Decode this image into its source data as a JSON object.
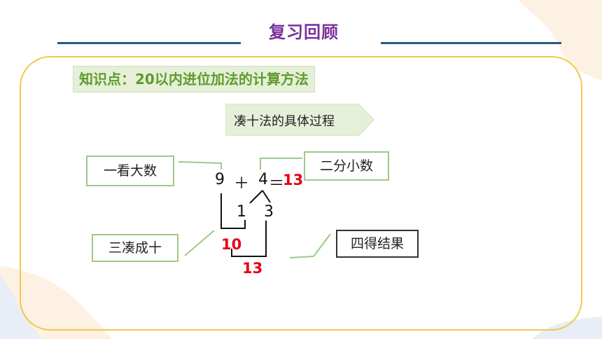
{
  "header": {
    "title": "复习回顾"
  },
  "knowledge_point": {
    "label": "知识点：20以内进位加法的计算方法"
  },
  "method": {
    "label": "凑十法的具体过程"
  },
  "steps": {
    "step1": "一看大数",
    "step2": "二分小数",
    "step3": "三凑成十",
    "step4": "四得结果"
  },
  "equation": {
    "a": "9",
    "plus": "＋",
    "b": "4",
    "equals": "＝",
    "result": "13",
    "split_1": "1",
    "split_3": "3",
    "ten": "10",
    "final": "13"
  },
  "colors": {
    "title": "#7a2f9a",
    "knowledge": "#5e9c2c",
    "frame": "#f2c84b",
    "step_border": "#9cc98a",
    "result": "#e60012",
    "rule": "#1f5d86"
  }
}
